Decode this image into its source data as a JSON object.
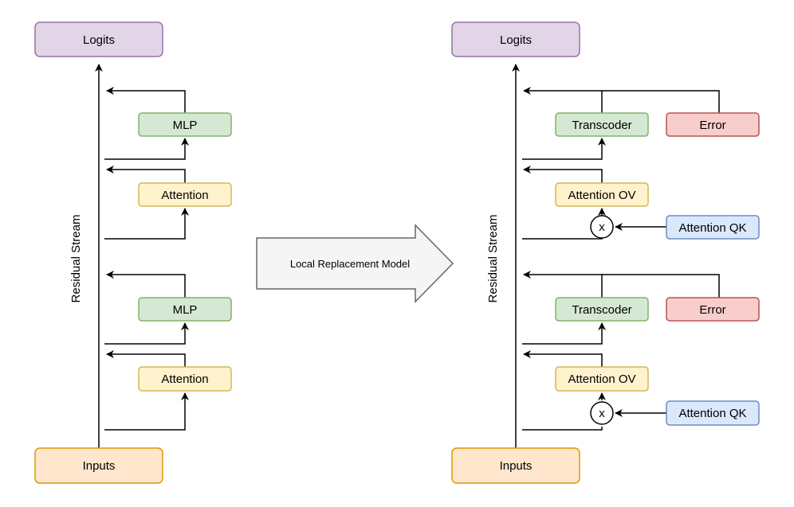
{
  "left_model": {
    "logits": "Logits",
    "inputs": "Inputs",
    "stream_label": "Residual Stream",
    "mlp_top": "MLP",
    "attention_top": "Attention",
    "mlp_bottom": "MLP",
    "attention_bottom": "Attention"
  },
  "transition": {
    "label": "Local Replacement Model"
  },
  "right_model": {
    "logits": "Logits",
    "inputs": "Inputs",
    "stream_label": "Residual Stream",
    "transcoder_top": "Transcoder",
    "error_top": "Error",
    "attention_ov_top": "Attention OV",
    "multiply_top": "x",
    "attention_qk_top": "Attention QK",
    "transcoder_bottom": "Transcoder",
    "error_bottom": "Error",
    "attention_ov_bottom": "Attention OV",
    "multiply_bottom": "x",
    "attention_qk_bottom": "Attention QK"
  },
  "colors": {
    "logits_fill": "#e1d5e7",
    "logits_stroke": "#9673a6",
    "inputs_fill": "#ffe6cc",
    "inputs_stroke": "#d79b00",
    "mlp_fill": "#d5e8d4",
    "mlp_stroke": "#82b366",
    "attention_fill": "#fff2cc",
    "attention_stroke": "#d6b656",
    "error_fill": "#f8cecc",
    "error_stroke": "#b85450",
    "qk_fill": "#dae8fc",
    "qk_stroke": "#6c8ebf",
    "arrow_fill": "#f5f5f5",
    "arrow_stroke": "#666666"
  }
}
